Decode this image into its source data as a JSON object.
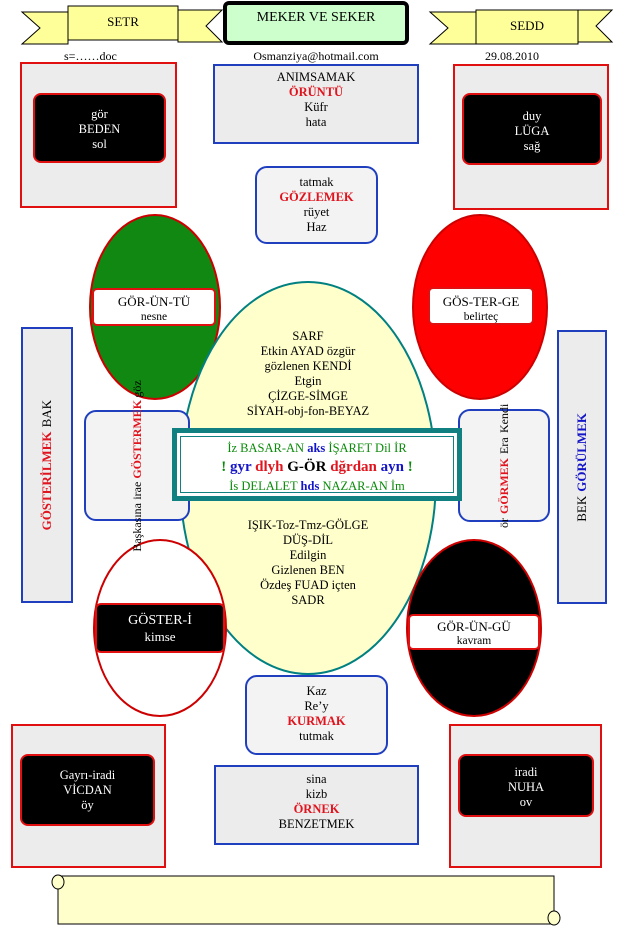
{
  "header": {
    "left_banner": "SETR",
    "center_title": "MEKER VE SEKER",
    "right_banner": "SEDD",
    "doc_label": "s=……doc",
    "email": "Osmanziya@hotmail.com",
    "date": "29.08.2010"
  },
  "top_center": [
    "ANIMSAMAK",
    "ÖRÜNTÜ",
    "Küfr",
    "hata"
  ],
  "top_left_box": [
    "gör",
    "BEDEN",
    "sol"
  ],
  "top_right_box": [
    "duy",
    "LÜGA",
    "sağ"
  ],
  "tasting_box": [
    "tatmak",
    "GÖZLEMEK",
    "rüyet",
    "Haz"
  ],
  "green_oval": {
    "title": "GÖR-ÜN-TÜ",
    "sub": "nesne"
  },
  "red_oval": {
    "title": "GÖS-TER-GE",
    "sub": "belirteç"
  },
  "left_side_bar": {
    "red": "GÖSTERİLMEK",
    "black": "BAK"
  },
  "right_side_bar": {
    "black": "BEK",
    "blue": "GÖRÜLMEK"
  },
  "big_oval_top": [
    "SARF",
    "Etkin  AYAD özgür",
    "gözlenen KENDİ",
    "Etgin",
    "ÇİZGE-SİMGE",
    "SİYAH-obj-fon-BEYAZ"
  ],
  "big_oval_bottom": [
    "IŞIK-Toz-Tmz-GÖLGE",
    "DÜŞ-DİL",
    "Edilgin",
    "Gizlenen BEN",
    "Özdeş FUAD içten",
    "SADR"
  ],
  "center_box": {
    "row1": {
      "a": "İz  BASAR-AN",
      "b": "aks",
      "c": "İŞARET Dil İR"
    },
    "row2": {
      "ex1": "!",
      "a": "gyr",
      "b": "dlyh",
      "c": "G-ÖR",
      "d": "dğrdan",
      "e": "ayn",
      "ex2": "!"
    },
    "row3": {
      "a": "İs  DELALET",
      "b": "hds",
      "c": "NAZAR-AN İm"
    }
  },
  "left_mid_box": {
    "c1": "Başkasına",
    "c2": "irae",
    "c3": "GÖSTERMEK",
    "c4": "göz"
  },
  "right_mid_box": {
    "c1": "ör",
    "c2": "GÖRMEK",
    "c3": "Era",
    "c4": "Kendi"
  },
  "white_oval": [
    "GÖSTER-İ",
    "kimse"
  ],
  "black_oval": {
    "title": "GÖR-ÜN-GÜ",
    "sub": "kavram"
  },
  "kurmak_box": [
    "Kaz",
    "Re’y",
    "KURMAK",
    "tutmak"
  ],
  "bottom_left_box": [
    "Gayrı-iradi",
    "VİCDAN",
    "öy"
  ],
  "bottom_right_box": [
    "iradi",
    "NUHA",
    "ov"
  ],
  "bottom_center": [
    "sina",
    "kizb",
    "ÖRNEK",
    "BENZETMEK"
  ]
}
